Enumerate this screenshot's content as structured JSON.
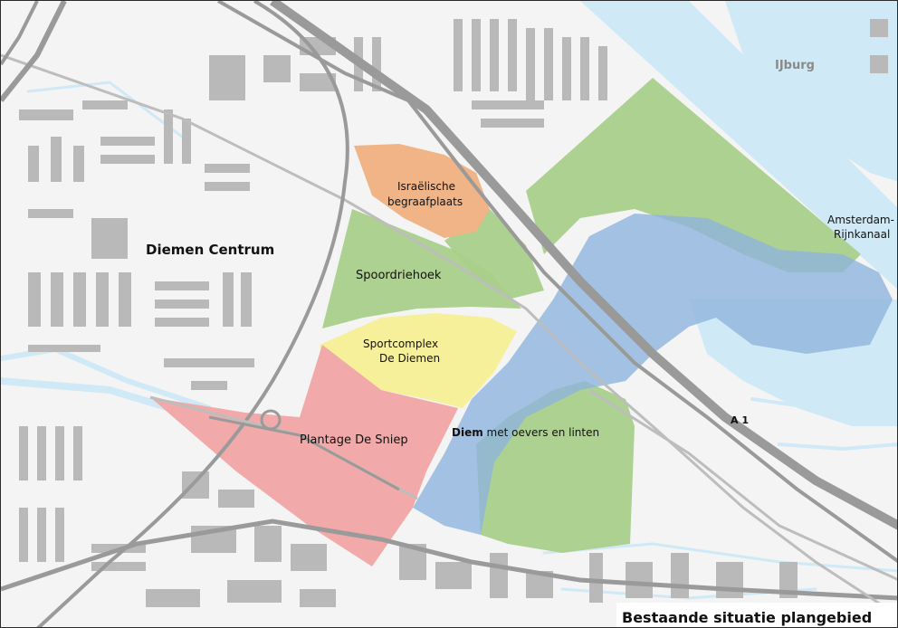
{
  "map": {
    "labels": {
      "ijburg": "IJburg",
      "amsterdam_1": "Amsterdam-",
      "amsterdam_2": "Rijnkanaal",
      "diemen_centrum": "Diemen Centrum",
      "israelische_1": "Israëlische",
      "israelische_2": "begraafplaats",
      "spoordriehoek": "Spoordriehoek",
      "sportcomplex_1": "Sportcomplex",
      "sportcomplex_2": "De Diemen",
      "plantage": "Plantage De Sniep",
      "diem_bold": "Diem",
      "diem_rest": " met oevers en linten",
      "a1": "A 1",
      "caption": "Bestaande situatie plangebied"
    },
    "colors": {
      "green_area": "#a9cf8a",
      "orange_area": "#f0b486",
      "yellow_area": "#f7f09a",
      "pink_area": "#f1a9a9",
      "blue_area": "#8fb4dd",
      "water": "#cfe9f6"
    }
  }
}
